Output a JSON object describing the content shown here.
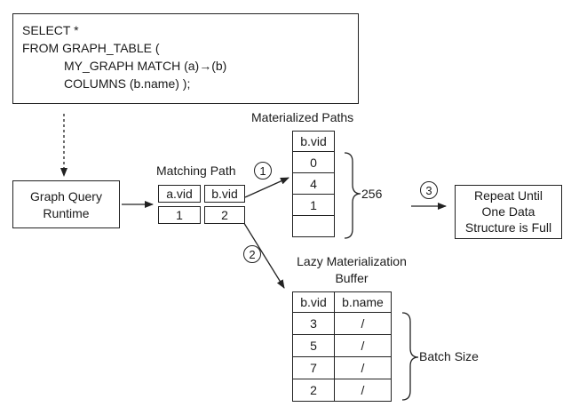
{
  "query": {
    "line1": "SELECT *",
    "line2": "FROM GRAPH_TABLE (",
    "line3": "MY_GRAPH MATCH (a)→(b)",
    "line4": "COLUMNS (b.name) );"
  },
  "runtime": {
    "line1": "Graph Query",
    "line2": "Runtime"
  },
  "matching_path": {
    "label": "Matching Path",
    "headers": [
      "a.vid",
      "b.vid"
    ],
    "values": [
      "1",
      "2"
    ]
  },
  "materialized_paths": {
    "label": "Materialized Paths",
    "header": "b.vid",
    "values": [
      "0",
      "4",
      "1",
      ""
    ],
    "size_label": "256"
  },
  "lazy_buffer": {
    "label_line1": "Lazy Materialization",
    "label_line2": "Buffer",
    "headers": [
      "b.vid",
      "b.name"
    ],
    "rows": [
      [
        "3",
        "/"
      ],
      [
        "5",
        "/"
      ],
      [
        "7",
        "/"
      ],
      [
        "2",
        "/"
      ]
    ],
    "size_label": "Batch Size"
  },
  "repeat": {
    "line1": "Repeat Until",
    "line2": "One Data",
    "line3": "Structure is Full"
  },
  "steps": [
    "1",
    "2",
    "3"
  ]
}
